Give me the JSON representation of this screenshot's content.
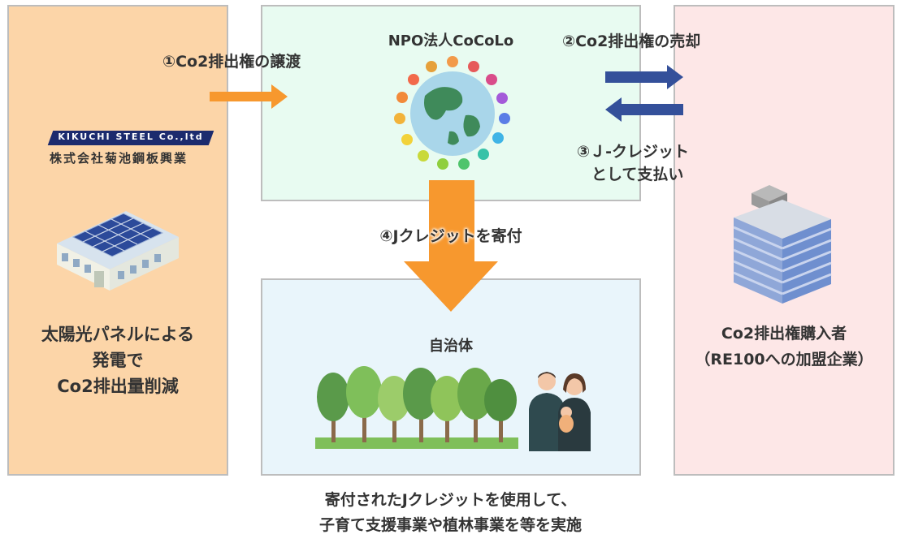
{
  "panels": {
    "company": {
      "logo_text": "KIKUCHI STEEL Co.,ltd",
      "name": "株式会社菊池鋼板興業",
      "caption_line1": "太陽光パネルによる",
      "caption_line2": "発電で",
      "caption_line3": "Co2排出量削減",
      "bg_color": "#fcd5a8"
    },
    "npo": {
      "title": "NPO法人CoCoLo",
      "bg_color": "#e8fbf1"
    },
    "municipality": {
      "title": "自治体",
      "bg_color": "#e9f5fb"
    },
    "buyer": {
      "caption_line1": "Co2排出権購入者",
      "caption_line2": "（RE100への加盟企業）",
      "bg_color": "#fde7e7"
    }
  },
  "flows": {
    "transfer": "①Co2排出権の譲渡",
    "sale": "②Co2排出権の売却",
    "payment_line1": "③Ｊ-クレジット",
    "payment_line2": "として支払い",
    "donation": "④Jクレジットを寄付"
  },
  "footer": {
    "line1": "寄付されたJクレジットを使用して、",
    "line2": "子育て支援事業や植林事業を等を実施"
  },
  "colors": {
    "orange_arrow": "#f7982e",
    "blue_arrow": "#34509a",
    "border": "#bdbdbd"
  },
  "icons": [
    "solar-factory-icon",
    "globe-people-icon",
    "office-building-icon",
    "forest-icon",
    "family-icon"
  ]
}
